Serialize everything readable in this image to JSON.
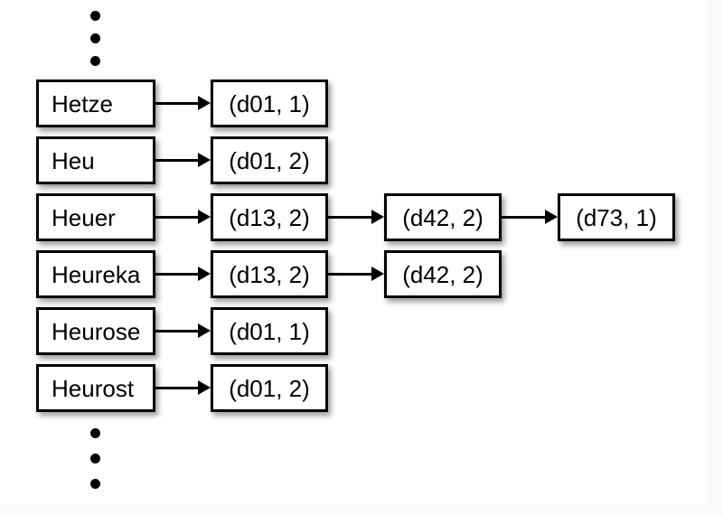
{
  "diagram": {
    "kind": "inverted-index",
    "colors": {
      "canvas_bg": "#ffffff",
      "page_bg": "#fafafa",
      "box_fill": "#ffffff",
      "box_border": "#000000",
      "text": "#000000"
    },
    "ellipsis": {
      "top_dot_count": 3,
      "bottom_dot_count": 3
    },
    "rows": [
      {
        "term": "Hetze",
        "postings": [
          "(d01, 1)"
        ]
      },
      {
        "term": "Heu",
        "postings": [
          "(d01, 2)"
        ]
      },
      {
        "term": "Heuer",
        "postings": [
          "(d13, 2)",
          "(d42, 2)",
          "(d73, 1)"
        ]
      },
      {
        "term": "Heureka",
        "postings": [
          "(d13, 2)",
          "(d42, 2)"
        ]
      },
      {
        "term": "Heurose",
        "postings": [
          "(d01, 1)"
        ]
      },
      {
        "term": "Heurost",
        "postings": [
          "(d01, 2)"
        ]
      }
    ]
  }
}
